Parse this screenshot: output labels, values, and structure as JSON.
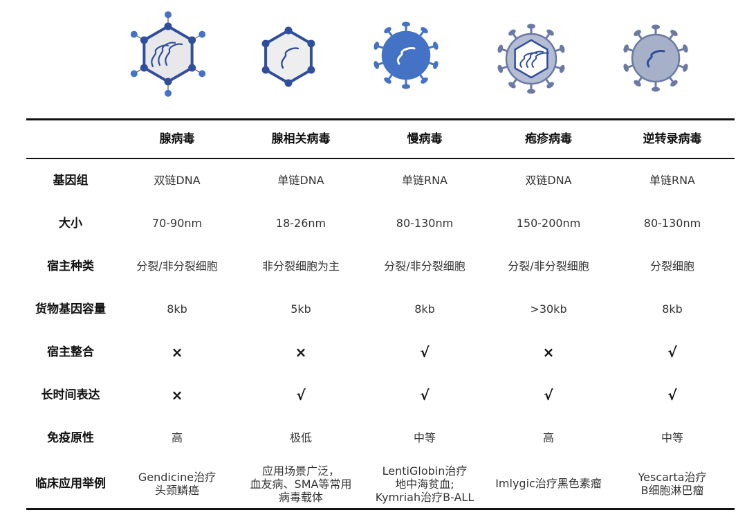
{
  "icons": [
    {
      "name": "adenovirus-icon",
      "style": "hex-outline-spikes",
      "fill": "#e8e8ea",
      "stroke": "#2f4e9b",
      "accent": "#4472c4"
    },
    {
      "name": "aav-icon",
      "style": "hex-outline",
      "fill": "#eeeeee",
      "stroke": "#2f4e9b",
      "accent": "#4472c4"
    },
    {
      "name": "lentivirus-icon",
      "style": "sphere-spikes",
      "fill": "#4472c4",
      "stroke": "#4472c4",
      "accent": "#ffffff"
    },
    {
      "name": "herpesvirus-icon",
      "style": "sphere-hex-spikes",
      "fill": "#b4bdd3",
      "stroke": "#6a7aa3",
      "accent": "#2f4e9b"
    },
    {
      "name": "retrovirus-icon",
      "style": "sphere-spikes",
      "fill": "#a6b1c9",
      "stroke": "#6a7aa3",
      "accent": "#2f4e9b"
    }
  ],
  "table": {
    "headers": [
      "",
      "腺病毒",
      "腺相关病毒",
      "慢病毒",
      "疱疹病毒",
      "逆转录病毒"
    ],
    "rows": [
      {
        "label": "基因组",
        "cells": [
          "双链DNA",
          "单链DNA",
          "单链RNA",
          "双链DNA",
          "单链RNA"
        ]
      },
      {
        "label": "大小",
        "cells": [
          "70-90nm",
          "18-26nm",
          "80-130nm",
          "150-200nm",
          "80-130nm"
        ]
      },
      {
        "label": "宿主种类",
        "cells": [
          "分裂/非分裂细胞",
          "非分裂细胞为主",
          "分裂/非分裂细胞",
          "分裂/非分裂细胞",
          "分裂细胞"
        ]
      },
      {
        "label": "货物基因容量",
        "cells": [
          "8kb",
          "5kb",
          "8kb",
          ">30kb",
          "8kb"
        ]
      },
      {
        "label": "宿主整合",
        "cells": [
          "×",
          "×",
          "√",
          "×",
          "√"
        ]
      },
      {
        "label": "长时间表达",
        "cells": [
          "×",
          "√",
          "√",
          "√",
          "√"
        ]
      },
      {
        "label": "免疫原性",
        "cells": [
          "高",
          "极低",
          "中等",
          "高",
          "中等"
        ]
      },
      {
        "label": "临床应用举例",
        "cells": [
          "Gendicine治疗\n头颈鳞癌",
          "应用场景广泛，\n血友病、SMA等常用\n病毒载体",
          "LentiGlobin治疗\n地中海贫血;\nKymriah治疗B-ALL",
          "Imlygic治疗黑色素瘤",
          "Yescarta治疗\nB细胞淋巴瘤"
        ]
      }
    ]
  }
}
